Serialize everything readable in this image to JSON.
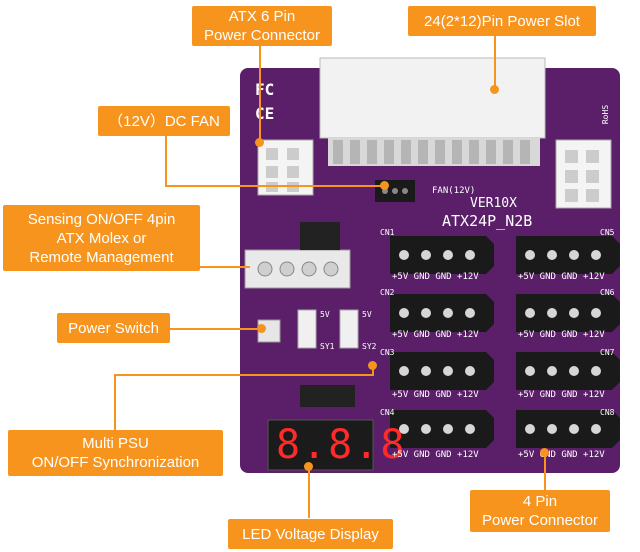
{
  "callouts": {
    "atx6": {
      "line1": "ATX 6 Pin",
      "line2": "Power Connector"
    },
    "slot24": {
      "line1": "24(2*12)Pin Power Slot"
    },
    "fan": {
      "line1": "（12V）DC FAN"
    },
    "sensing": {
      "line1": "Sensing ON/OFF 4pin",
      "line2": "ATX Molex or",
      "line3": "Remote Management"
    },
    "switch": {
      "line1": "Power Switch"
    },
    "sync": {
      "line1": "Multi PSU",
      "line2": "ON/OFF Synchronization"
    },
    "pin4": {
      "line1": "4 Pin",
      "line2": "Power Connector"
    },
    "led": {
      "line1": "LED Voltage Display"
    }
  },
  "board": {
    "version": "VER10X",
    "model": "ATX24P_N2B",
    "fan_label": "FAN(12V)",
    "pin_labels": "+5V GND GND +12V",
    "connectors_left": [
      "CN1",
      "CN2",
      "CN3",
      "CN4"
    ],
    "connectors_right": [
      "CN5",
      "CN6",
      "CN7",
      "CN8"
    ],
    "switch_labels": [
      "5V",
      "SY1",
      "5V",
      "SY2"
    ],
    "marks": {
      "fc": "FC",
      "ce": "CE",
      "rohs": "RoHS"
    },
    "led_digits": "8.8.8"
  },
  "colors": {
    "accent": "#f7941d",
    "pcb": "#5b1f6a",
    "connector": "#1a1a1a"
  }
}
